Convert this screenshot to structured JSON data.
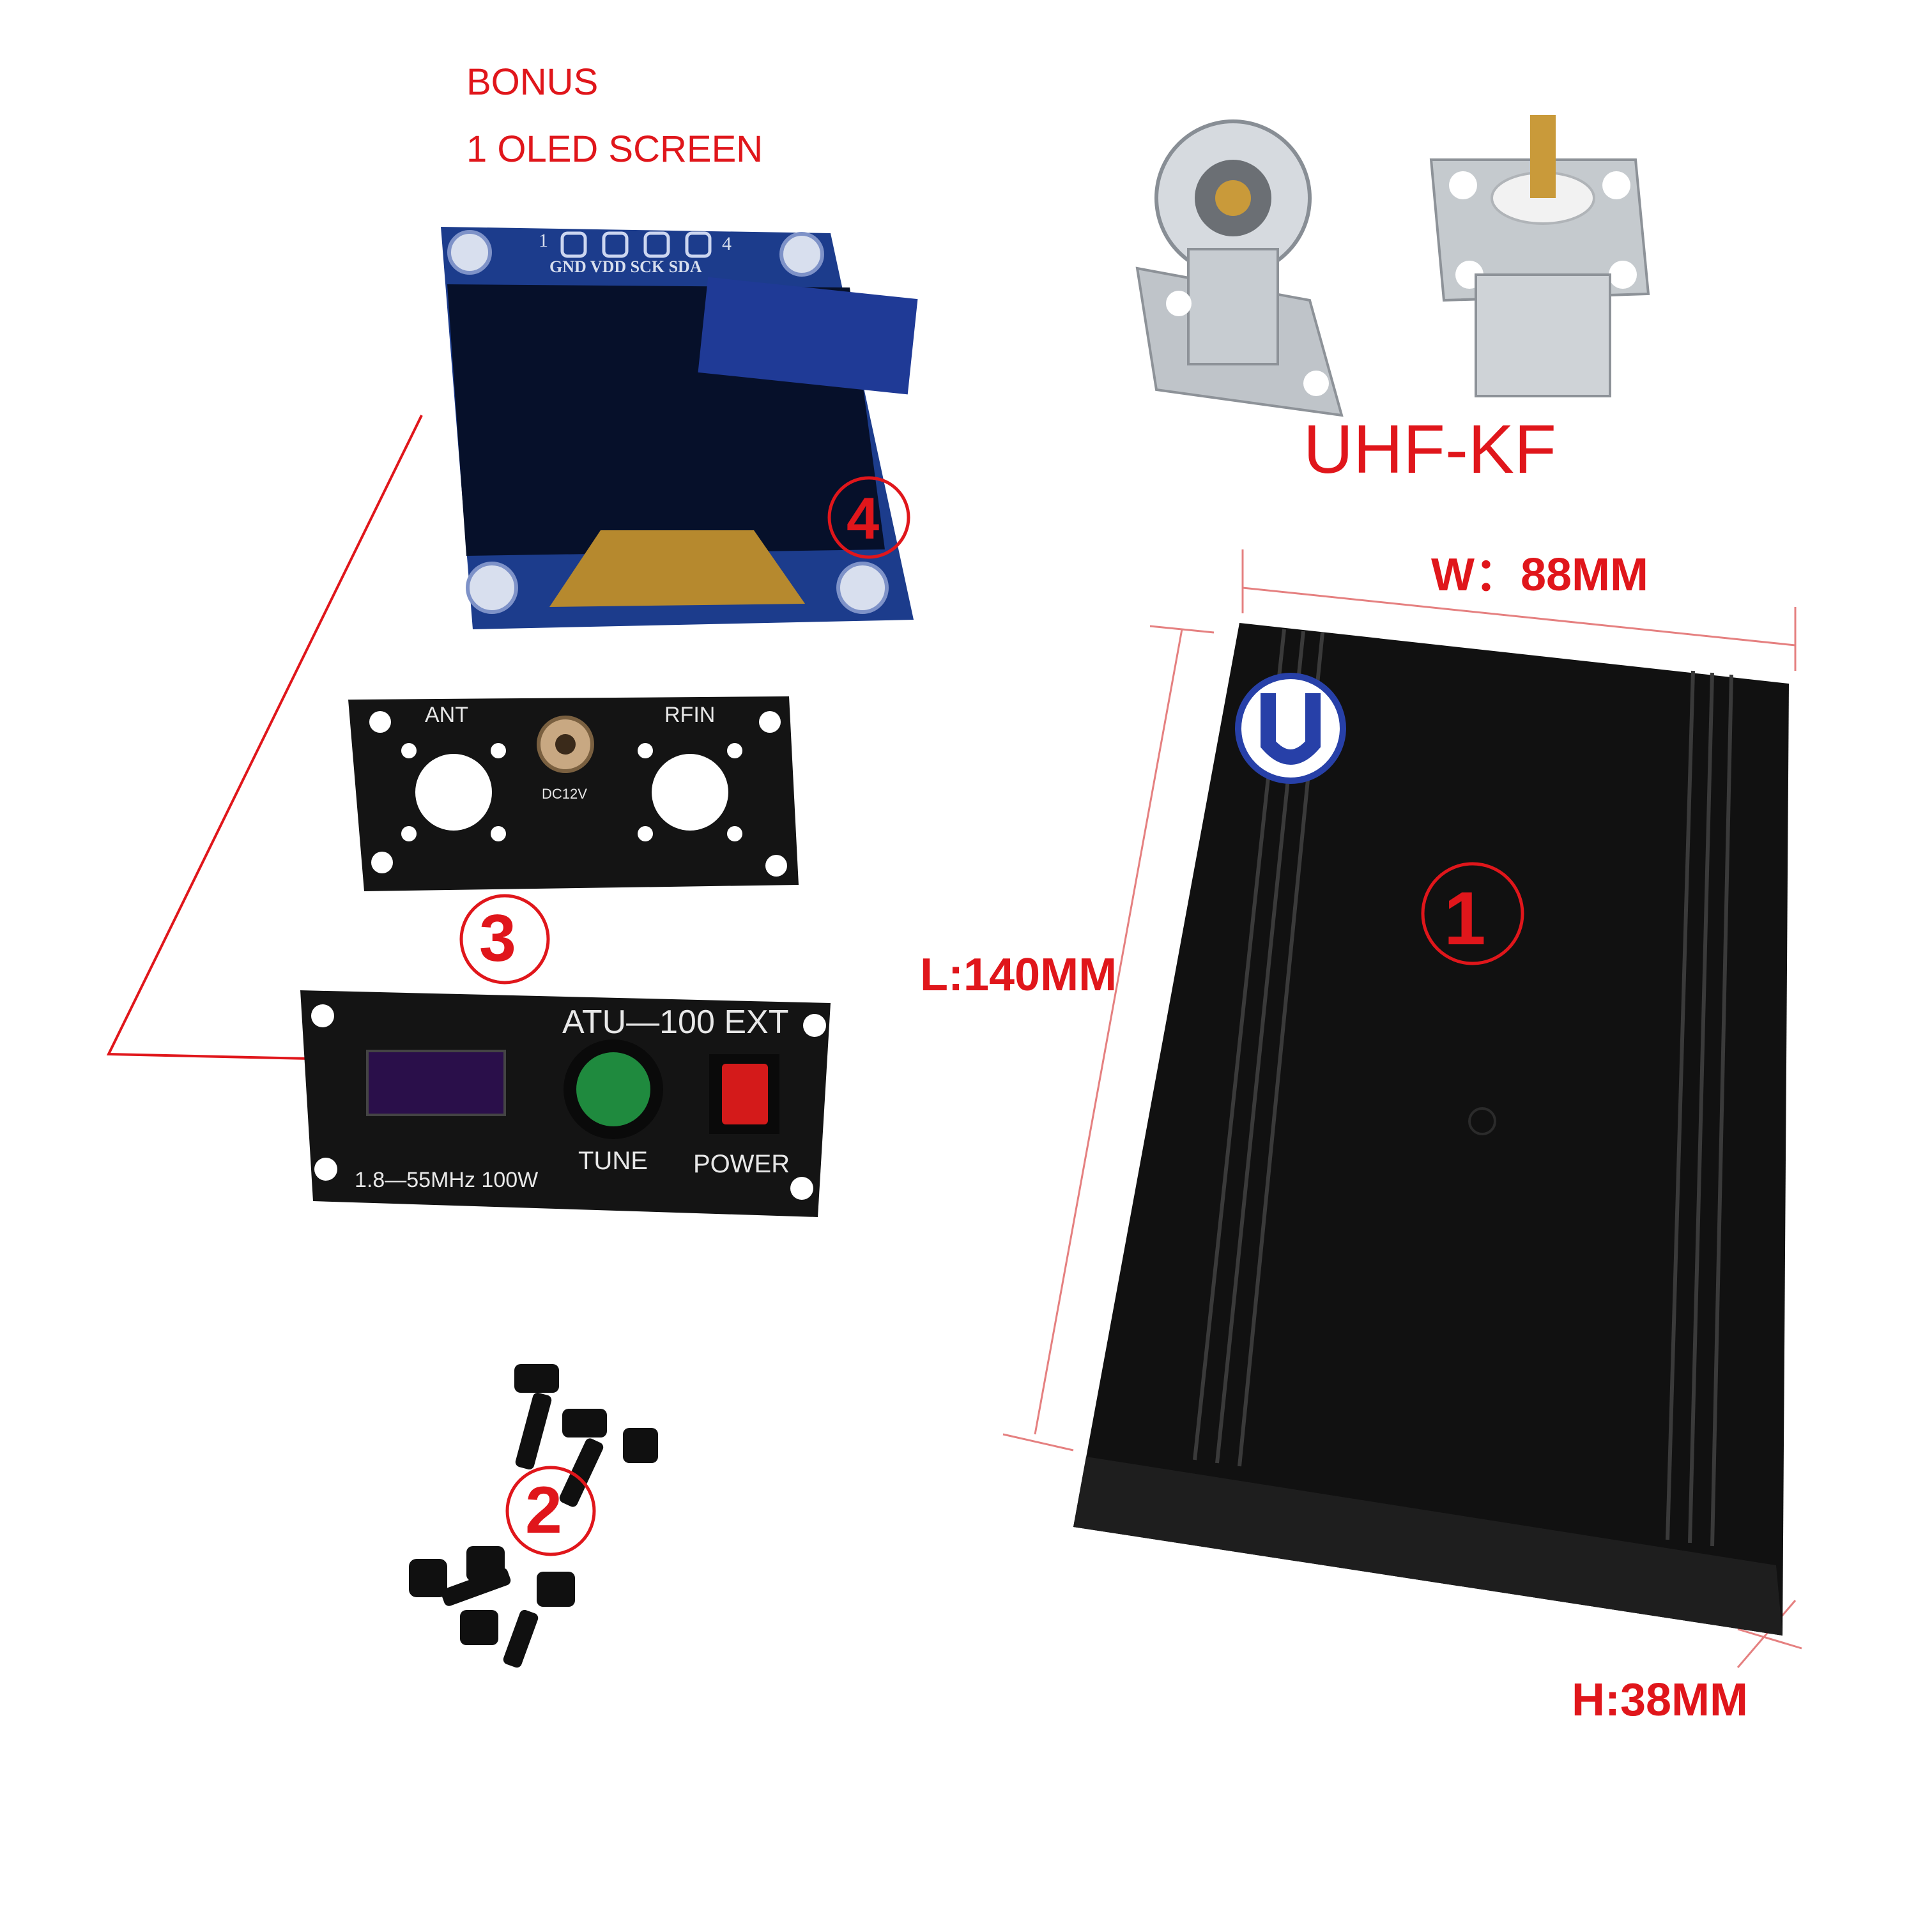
{
  "bonus": {
    "line1": "BONUS",
    "line2": "1 OLED SCREEN"
  },
  "oled": {
    "pin_1": "1",
    "pin_4": "4",
    "pin_labels": "GND VDD SCK SDA",
    "badge": "4"
  },
  "connector": {
    "title": "UHF-KF"
  },
  "enclosure": {
    "width": "W：88MM",
    "length": "L:140MM",
    "height": "H:38MM",
    "badge": "1"
  },
  "rear_panel": {
    "ant_label": "ANT",
    "rfin_label": "RFIN",
    "dc_label": "DC12V",
    "badge": "3"
  },
  "front_panel": {
    "title": "ATU—100 EXT",
    "tune_label": "TUNE",
    "power_label": "POWER",
    "freq_label": "1.8—55MHz 100W"
  },
  "screws": {
    "badge": "2"
  },
  "colors": {
    "annotation_red": "#e0161b",
    "panel_black": "#141414",
    "oled_blue": "#1c3c8c",
    "tune_green": "#1f8a3e",
    "power_red": "#d41a1a",
    "logo_blue": "#2740a8"
  }
}
